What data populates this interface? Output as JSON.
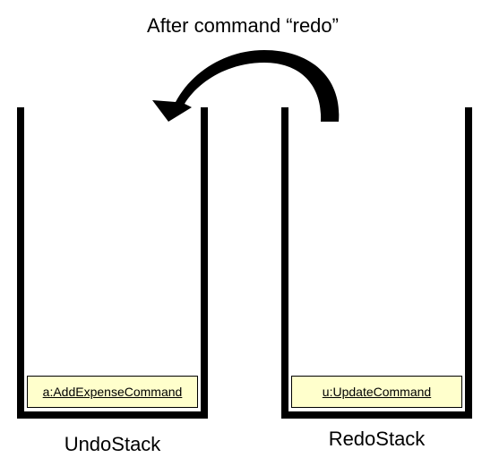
{
  "title": "After command “redo”",
  "undo_stack": {
    "label": "UndoStack",
    "items": [
      "a:AddExpenseCommand"
    ]
  },
  "redo_stack": {
    "label": "RedoStack",
    "items": [
      "u:UpdateCommand"
    ]
  },
  "colors": {
    "item_fill": "#ffffcc",
    "stroke": "#000000"
  },
  "icons": {
    "transfer_arrow": "curved-arrow-icon"
  }
}
